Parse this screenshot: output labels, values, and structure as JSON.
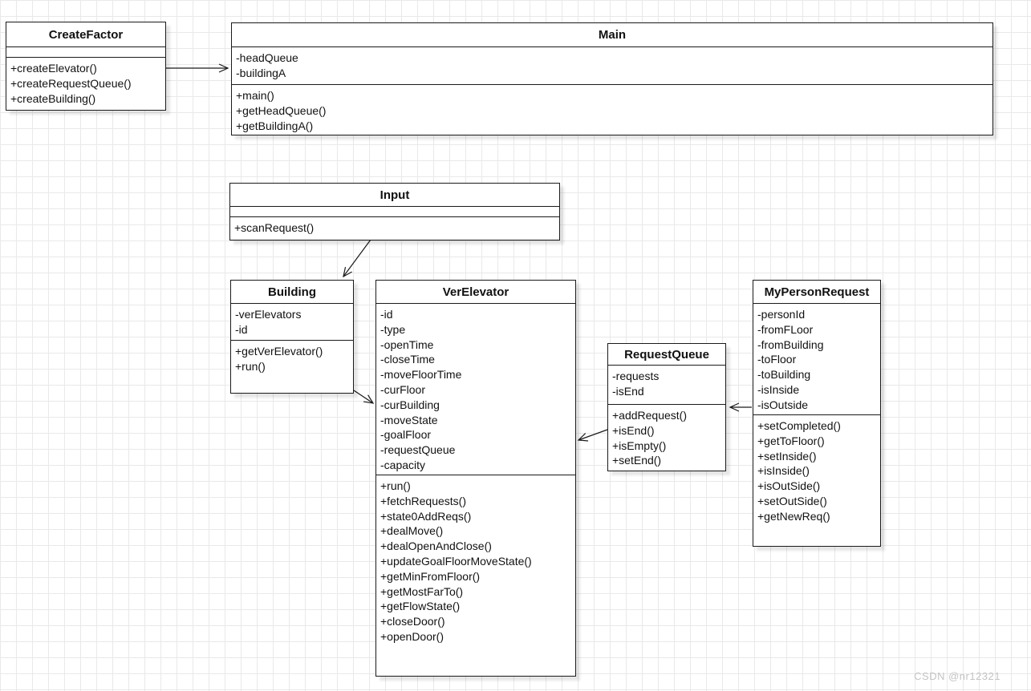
{
  "diagram": {
    "classes": {
      "createFactor": {
        "name": "CreateFactor",
        "attributes": [],
        "methods": [
          "+createElevator()",
          "+createRequestQueue()",
          "+createBuilding()"
        ]
      },
      "main": {
        "name": "Main",
        "attributes": [
          "-headQueue",
          "-buildingA"
        ],
        "methods": [
          "+main()",
          "+getHeadQueue()",
          "+getBuildingA()"
        ]
      },
      "input": {
        "name": "Input",
        "attributes": [],
        "methods": [
          "+scanRequest()"
        ]
      },
      "building": {
        "name": "Building",
        "attributes": [
          "-verElevators",
          "-id"
        ],
        "methods": [
          "+getVerElevator()",
          "+run()"
        ]
      },
      "verElevator": {
        "name": "VerElevator",
        "attributes": [
          "-id",
          "-type",
          "-openTime",
          "-closeTime",
          "-moveFloorTime",
          "-curFloor",
          "-curBuilding",
          "-moveState",
          "-goalFloor",
          "-requestQueue",
          "-capacity"
        ],
        "methods": [
          "+run()",
          "+fetchRequests()",
          "+state0AddReqs()",
          "+dealMove()",
          "+dealOpenAndClose()",
          "+updateGoalFloorMoveState()",
          "+getMinFromFloor()",
          "+getMostFarTo()",
          "+getFlowState()",
          "+closeDoor()",
          "+openDoor()"
        ]
      },
      "requestQueue": {
        "name": "RequestQueue",
        "attributes": [
          "-requests",
          "-isEnd"
        ],
        "methods": [
          "+addRequest()",
          "+isEnd()",
          "+isEmpty()",
          "+setEnd()"
        ]
      },
      "myPersonRequest": {
        "name": "MyPersonRequest",
        "attributes": [
          "-personId",
          "-fromFLoor",
          "-fromBuilding",
          "-toFloor",
          "-toBuilding",
          "-isInside",
          "-isOutside"
        ],
        "methods": [
          "+setCompleted()",
          "+getToFloor()",
          "+setInside()",
          "+isInside()",
          "+isOutSide()",
          "+setOutSide()",
          "+getNewReq()"
        ]
      }
    },
    "watermark": "CSDN @nr12321"
  }
}
